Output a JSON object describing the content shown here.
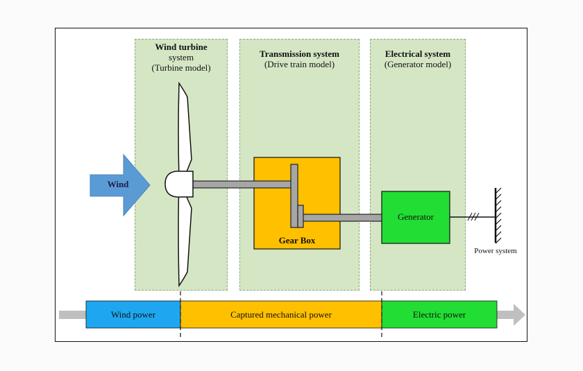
{
  "panels": {
    "turbine": {
      "title_line1": "Wind turbine",
      "title_line2": "system",
      "subtitle": "(Turbine model)"
    },
    "transmission": {
      "title": "Transmission system",
      "subtitle": "(Drive train model)"
    },
    "electrical": {
      "title": "Electrical system",
      "subtitle": "(Generator model)"
    }
  },
  "labels": {
    "wind": "Wind",
    "gearbox": "Gear Box",
    "generator": "Generator",
    "power_system": "Power system"
  },
  "flow": {
    "wind_power": "Wind power",
    "mechanical_power": "Captured mechanical power",
    "electric_power": "Electric power"
  },
  "colors": {
    "panel": "#d5e6c4",
    "wind_arrow": "#5b9bd5",
    "gearbox": "#ffc000",
    "generator": "#22dd33",
    "wind_power_box": "#1ea7f0",
    "flow_arrow": "#bfbfbf"
  }
}
